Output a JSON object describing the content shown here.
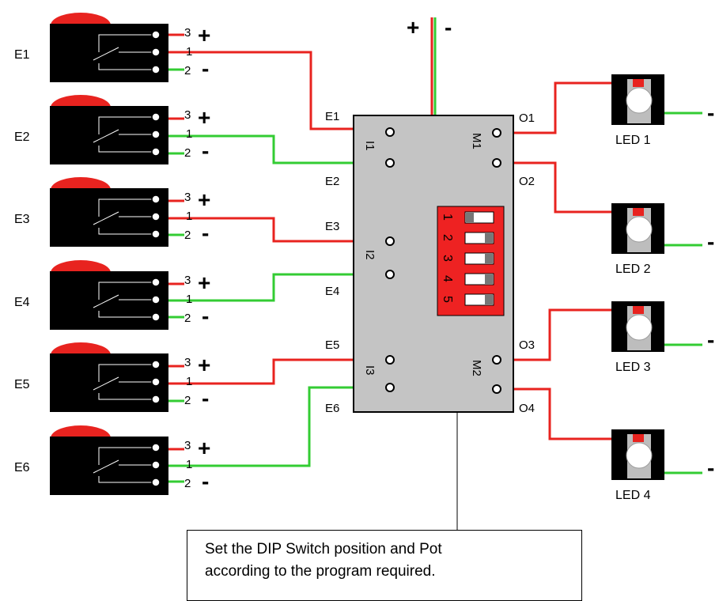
{
  "supply": {
    "plus": "+",
    "minus": "-"
  },
  "switches": [
    {
      "label": "E1",
      "pin_top": "3",
      "pin_mid": "1",
      "pin_bot": "2",
      "plus": "+",
      "minus": "-"
    },
    {
      "label": "E2",
      "pin_top": "3",
      "pin_mid": "1",
      "pin_bot": "2",
      "plus": "+",
      "minus": "-"
    },
    {
      "label": "E3",
      "pin_top": "3",
      "pin_mid": "1",
      "pin_bot": "2",
      "plus": "+",
      "minus": "-"
    },
    {
      "label": "E4",
      "pin_top": "3",
      "pin_mid": "1",
      "pin_bot": "2",
      "plus": "+",
      "minus": "-"
    },
    {
      "label": "E5",
      "pin_top": "3",
      "pin_mid": "1",
      "pin_bot": "2",
      "plus": "+",
      "minus": "-"
    },
    {
      "label": "E6",
      "pin_top": "3",
      "pin_mid": "1",
      "pin_bot": "2",
      "plus": "+",
      "minus": "-"
    }
  ],
  "module": {
    "inputs": [
      "E1",
      "E2",
      "E3",
      "E4",
      "E5",
      "E6"
    ],
    "input_groups": [
      "I1",
      "I2",
      "I3"
    ],
    "motor_groups": [
      "M1",
      "M2"
    ],
    "outputs": [
      "O1",
      "O2",
      "O3",
      "O4"
    ],
    "dip_numbers": [
      "1",
      "2",
      "3",
      "4",
      "5"
    ]
  },
  "leds": [
    {
      "label": "LED 1",
      "minus": "-"
    },
    {
      "label": "LED 2",
      "minus": "-"
    },
    {
      "label": "LED 3",
      "minus": "-"
    },
    {
      "label": "LED 4",
      "minus": "-"
    }
  ],
  "note": {
    "line1": "Set the DIP Switch position and Pot",
    "line2": "according to the program required."
  },
  "colors": {
    "positive_wire": "#e8231f",
    "negative_wire": "#33cc33",
    "switch_body": "#000000",
    "switch_button": "#e8231f",
    "module_body": "#c4c4c4",
    "dip_body": "#ee2222"
  }
}
